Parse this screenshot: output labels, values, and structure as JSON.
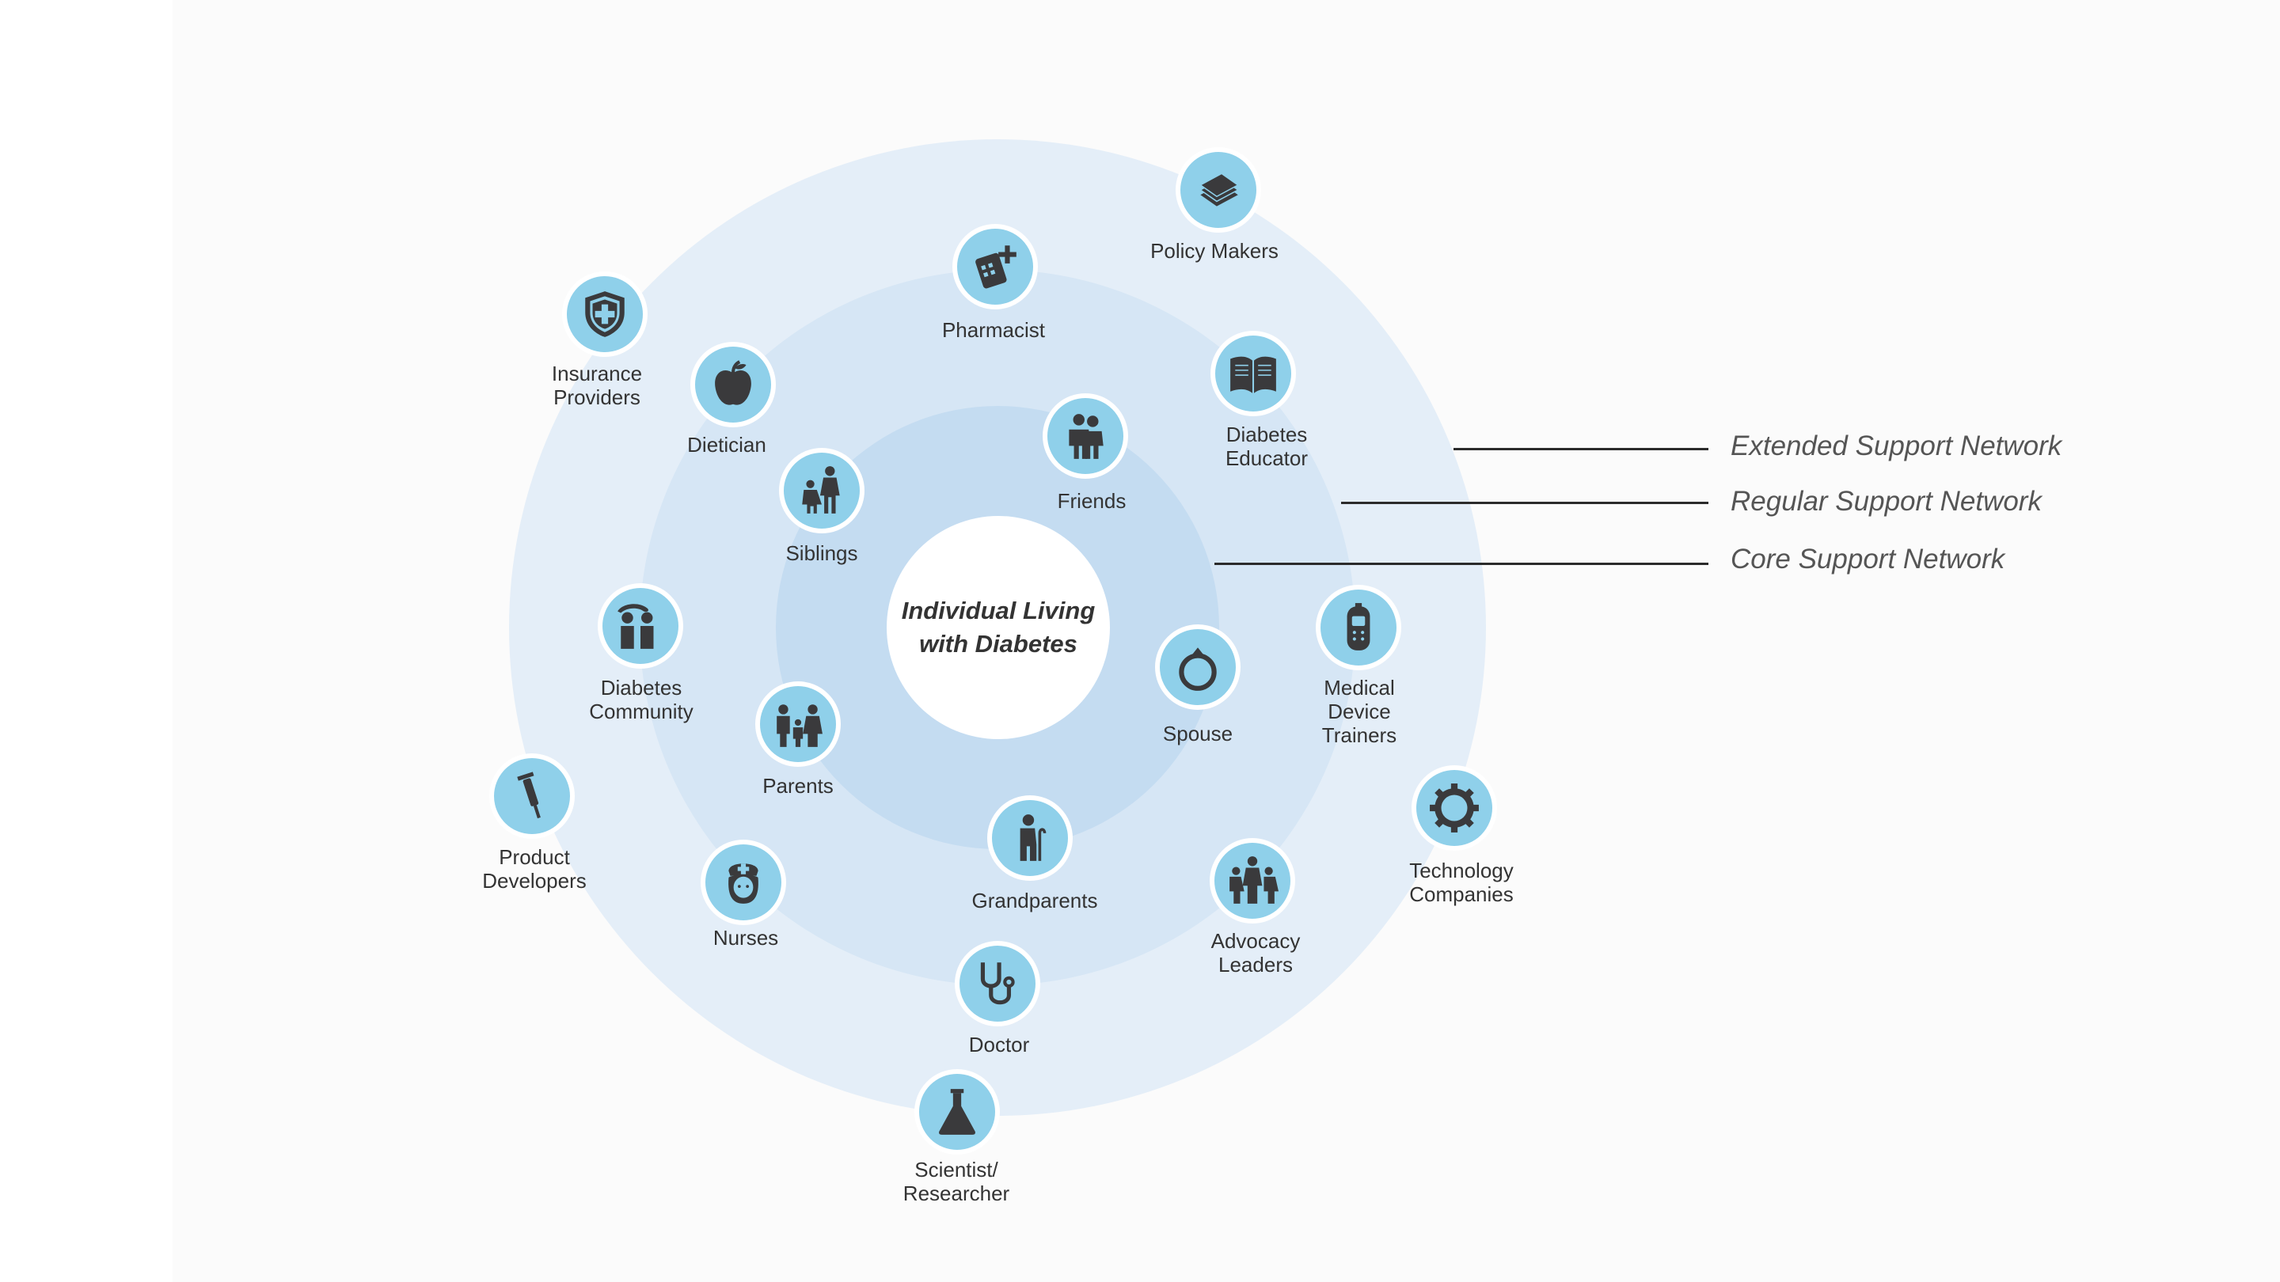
{
  "center": {
    "label": "Individual Living\nwith Diabetes"
  },
  "legend": {
    "extended": "Extended Support Network",
    "regular": "Regular Support Network",
    "core": "Core Support Network"
  },
  "nodes": {
    "policy_makers": {
      "label": "Policy Makers",
      "icon": "documents-icon"
    },
    "pharmacist": {
      "label": "Pharmacist",
      "icon": "medicine-bottle-icon"
    },
    "insurance_providers": {
      "label": "Insurance\nProviders",
      "icon": "shield-cross-icon"
    },
    "dietician": {
      "label": "Dietician",
      "icon": "apple-icon"
    },
    "diabetes_educator": {
      "label": "Diabetes\nEducator",
      "icon": "open-book-icon"
    },
    "friends": {
      "label": "Friends",
      "icon": "hugging-people-icon"
    },
    "siblings": {
      "label": "Siblings",
      "icon": "siblings-icon"
    },
    "diabetes_community": {
      "label": "Diabetes\nCommunity",
      "icon": "community-icon"
    },
    "medical_device_trainers": {
      "label": "Medical\nDevice\nTrainers",
      "icon": "glucose-meter-icon"
    },
    "spouse": {
      "label": "Spouse",
      "icon": "ring-icon"
    },
    "parents": {
      "label": "Parents",
      "icon": "family-icon"
    },
    "technology_companies": {
      "label": "Technology\nCompanies",
      "icon": "gear-icon"
    },
    "product_developers": {
      "label": "Product\nDevelopers",
      "icon": "syringe-icon"
    },
    "grandparents": {
      "label": "Grandparents",
      "icon": "elder-with-cane-icon"
    },
    "advocacy_leaders": {
      "label": "Advocacy\nLeaders",
      "icon": "group-icon"
    },
    "nurses": {
      "label": "Nurses",
      "icon": "nurse-icon"
    },
    "doctor": {
      "label": "Doctor",
      "icon": "stethoscope-icon"
    },
    "scientist_researcher": {
      "label": "Scientist/\nResearcher",
      "icon": "flask-icon"
    }
  },
  "colors": {
    "extended_ring": "#e4eef8",
    "regular_ring": "#d6e6f5",
    "core_ring": "#c4dcf1",
    "node_fill": "#8fd0ea",
    "icon_fill": "#3a3a3c"
  }
}
